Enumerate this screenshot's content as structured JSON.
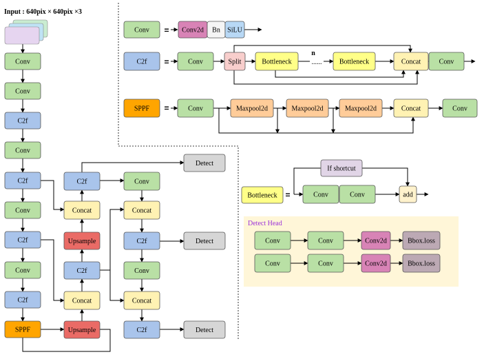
{
  "colors": {
    "conv": "#b9e0a5",
    "c2f": "#a9c4eb",
    "sppf": "#ffa500",
    "concat": "#fff2b3",
    "upsample": "#ea6b66",
    "detect": "#d6d6d6",
    "conv2d": "#d883b6",
    "bn": "#f5f5f5",
    "silu": "#b8d8f5",
    "split": "#f8cecc",
    "bottleneck": "#ffff88",
    "maxpool": "#ffcc99",
    "shortcut": "#e1d5e7",
    "add": "#fff2cc",
    "bbox": "#bca9b4",
    "headbg": "#fff6d8"
  },
  "labels": {
    "input": "Input : 640pix × 640pix ×3",
    "conv": "Conv",
    "c2f": "C2f",
    "sppf": "SPPF",
    "concat": "Concat",
    "upsample": "Upsample",
    "detect": "Detect",
    "conv2d": "Conv2d",
    "bn": "Bn",
    "silu": "SiLU",
    "split": "Split",
    "bottleneck": "Bottleneck",
    "maxpool": "Maxpool2d",
    "if_shortcut": "If shortcut",
    "add": "add",
    "bbox_loss": "Bbox.loss",
    "detect_head": "Detect Head",
    "n": "n",
    "dots": "......",
    "equals": "="
  }
}
